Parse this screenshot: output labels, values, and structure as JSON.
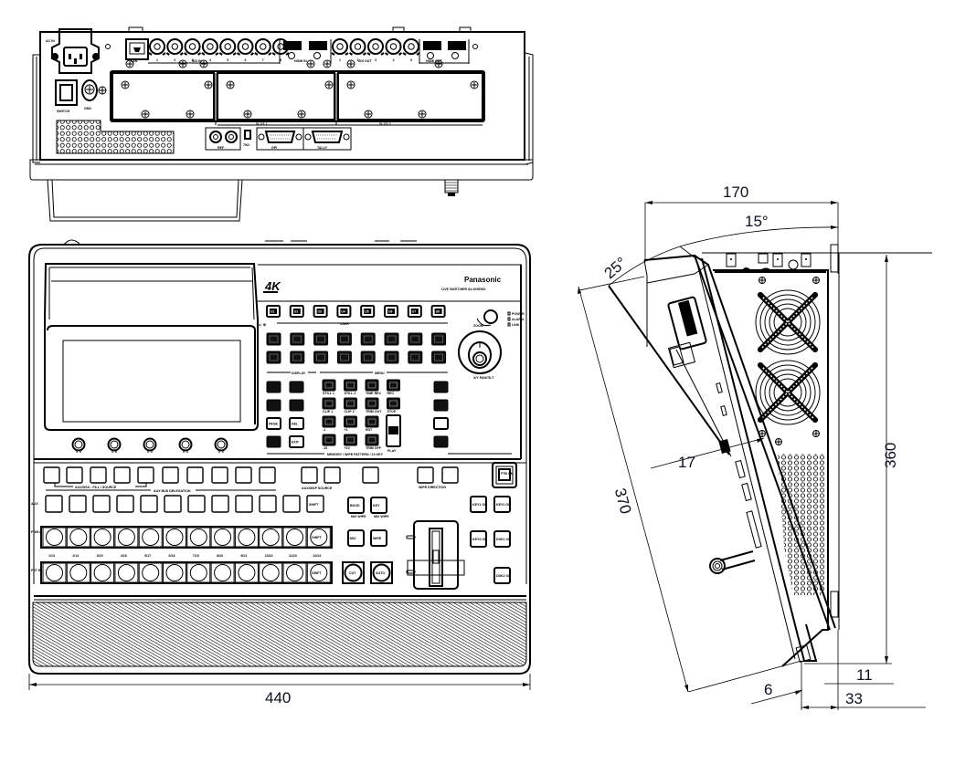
{
  "drawing": {
    "subject": "Live switcher dimensional drawing",
    "views": [
      "rear-view",
      "top-view",
      "side-view"
    ]
  },
  "dimensions": {
    "width": "440",
    "depth": "170",
    "top_angle": "15°",
    "front_angle": "25°",
    "slant_length": "370",
    "height": "360",
    "offset_17": "17",
    "bottom_6": "6",
    "bottom_11": "11",
    "bottom_33": "33"
  },
  "top_panel": {
    "logo": "4K",
    "brand": "Panasonic",
    "model": "LIVE SWITCHER AV-UHS500",
    "indicators": [
      "POWER",
      "ALARM",
      "LINK"
    ],
    "zoom_label": "ZOOM",
    "joystick_label": "X/Y PAN/TILT",
    "user_label": "USER",
    "user_buttons": [
      "U1",
      "U2",
      "U3",
      "U4",
      "U5",
      "U6",
      "U7",
      "U8"
    ],
    "display_label": "DISPLAY",
    "menu_label": "MENU",
    "memory_label": "MEMORY / WIPE PATTERN / 10 KEY",
    "menu_keys": [
      "STILL 1",
      "STILL 2",
      "TIME REC",
      "REC",
      "CLIP 1",
      "CLIP 2",
      "TRIM OUT",
      "STOP",
      "-1",
      "+1",
      "ENT",
      "-10",
      "+10",
      "TRIM OFF",
      "PLAY"
    ],
    "display_keys": [
      "",
      "",
      "",
      "",
      "PAGE",
      "DEL",
      "",
      "EXIT"
    ],
    "aux_label": "AUX",
    "aux_bus_label": "AUX BUS DELEGATION",
    "aux_fill_label": "AUX/DSK : FILL / SOURCE",
    "aux_disp_label": "AUX/DISP SOURCE",
    "wipe_direction_label": "WIPE DIRECTION",
    "ftb_label": "FTB ON",
    "pgm_label": "PGM A",
    "pst_label": "PST B",
    "shift_label": "SHIFT",
    "xpt_numbers": [
      "1/13",
      "2/14",
      "3/15",
      "4/16",
      "5/17",
      "6/18",
      "7/19",
      "8/20",
      "9/21",
      "10/22",
      "11/23",
      "12/24"
    ],
    "transition_keys": [
      "BKGD",
      "KEY",
      "MIX",
      "WIPE"
    ],
    "sub_labels": [
      "MIX WIPE",
      "MIX WIPE"
    ],
    "cut_label": "CUT",
    "auto_label": "AUTO",
    "key_on_buttons": [
      "KEY1 ON",
      "KEY2 ON",
      "KEY3 ON",
      "DSK1 ON",
      "DSK2 ON"
    ]
  },
  "rear_panel": {
    "power_label": "AC IN",
    "switch_label": "SWITCH",
    "sdi_in_label": "SDI IN",
    "hdmi_in_label": "HDMI IN",
    "sdi_out_label": "SDI OUT",
    "hdmi_out_label": "HDMI OUT",
    "lan_label": "LAN",
    "option_slot_label_1": "SLOT 1",
    "option_slot_label_2": "SLOT 2",
    "ref_label": "REF",
    "gpi_label": "GPI",
    "tally_label": "TALLY",
    "gnd_label": "GND",
    "sdi_in_numbers": [
      "1",
      "2",
      "3",
      "4",
      "5",
      "6",
      "7",
      "8"
    ],
    "sdi_out_numbers": [
      "1",
      "2",
      "3",
      "4",
      "5"
    ],
    "hdmi_numbers": [
      "1",
      "2"
    ]
  }
}
